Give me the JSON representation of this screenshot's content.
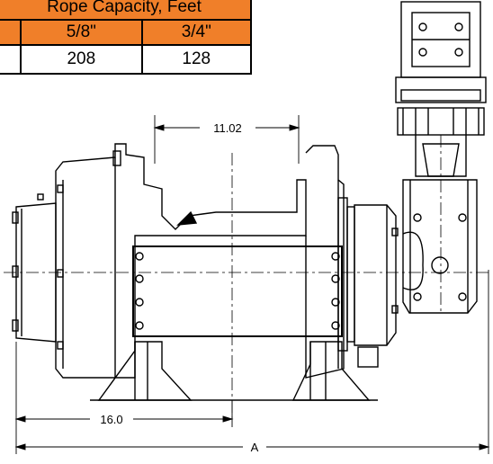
{
  "table": {
    "title": "Rope Capacity, Feet",
    "columns": [
      "5/8\"",
      "3/4\""
    ],
    "values": [
      "208",
      "128"
    ]
  },
  "dimensions": {
    "top": "11.02",
    "bottom_left": "16.0",
    "overall": "A"
  },
  "colors": {
    "table_header": "#f07f29",
    "line": "#000000"
  }
}
